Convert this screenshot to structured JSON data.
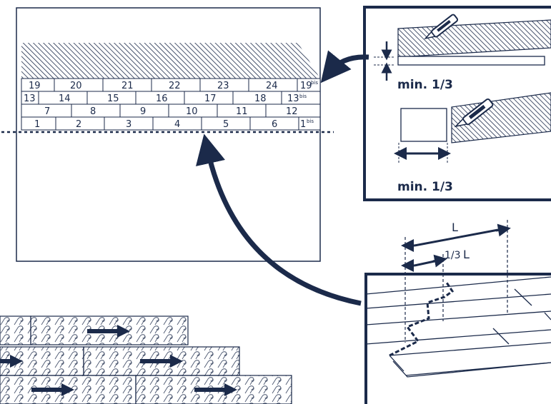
{
  "colors": {
    "ink": "#1b2a4a",
    "background": "#ffffff"
  },
  "room_plan": {
    "rows": [
      {
        "row": "top",
        "labels": [
          "19",
          "20",
          "21",
          "22",
          "23",
          "24"
        ],
        "end_label": "19",
        "end_suffix": "bis"
      },
      {
        "row": "third",
        "labels": [
          "13",
          "14",
          "15",
          "16",
          "17",
          "18"
        ],
        "end_label": "13",
        "end_suffix": "bis"
      },
      {
        "row": "second",
        "labels": [
          "7",
          "8",
          "9",
          "10",
          "11",
          "12"
        ]
      },
      {
        "row": "first",
        "labels": [
          "1",
          "2",
          "3",
          "4",
          "5",
          "6"
        ],
        "end_label": "1",
        "end_suffix": "bis"
      }
    ]
  },
  "cut_detail": {
    "label_top": "min. 1/3",
    "label_bottom": "min. 1/3",
    "icons": [
      "cutter-knife-icon",
      "cutter-knife-icon"
    ]
  },
  "stagger_detail": {
    "length_label": "L",
    "offset_label_prefix": "1/3",
    "offset_label_suffix": "L"
  },
  "install_direction": {
    "icon": "arrow-right-icon",
    "rows": 3
  }
}
